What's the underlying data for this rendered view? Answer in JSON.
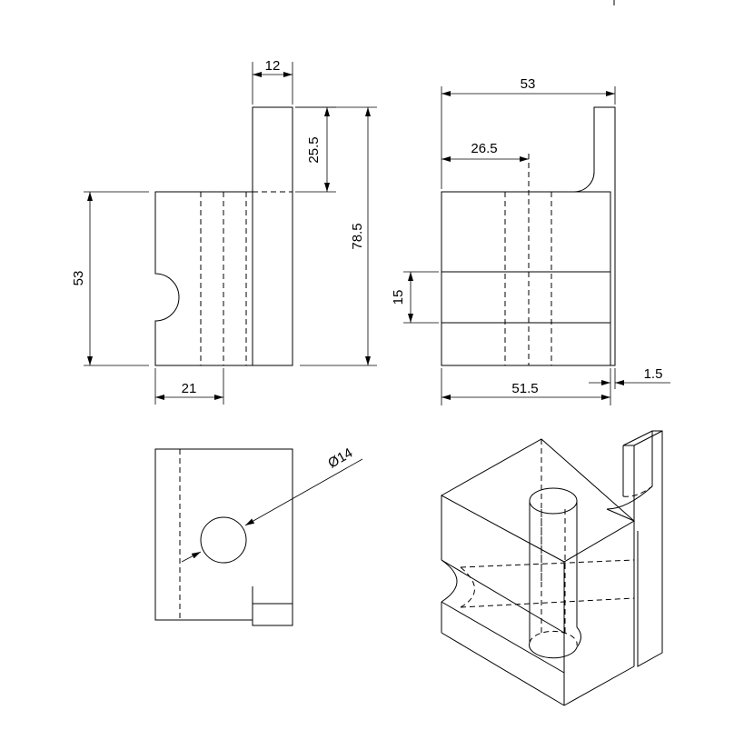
{
  "dimensions": {
    "front_width_top": "12",
    "front_top_height": "25.5",
    "front_total_height": "78.5",
    "front_height": "53",
    "front_bottom_offset": "21",
    "side_total_width": "53",
    "side_half_width": "26.5",
    "side_slot_height": "15",
    "side_base_width": "51.5",
    "side_plate_thickness": "1.5",
    "top_hole_diameter": "Ø14"
  }
}
